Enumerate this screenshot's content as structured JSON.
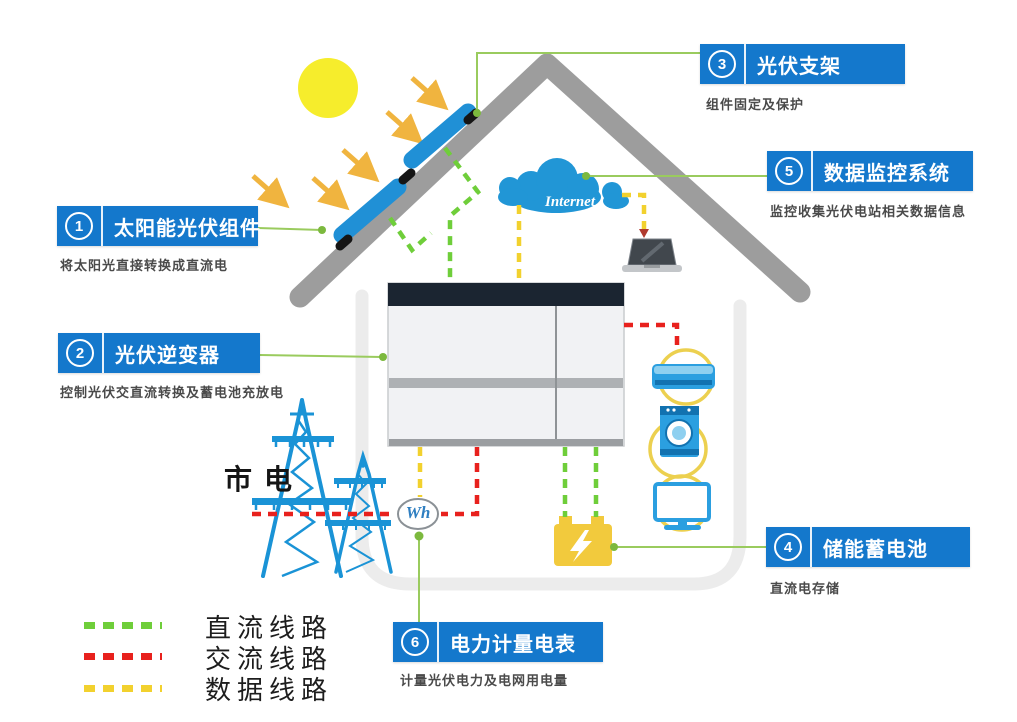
{
  "diagram": {
    "labels": {
      "module": {
        "number": "1",
        "title": "太阳能光伏组件",
        "subtitle": "将太阳光直接转换成直流电"
      },
      "inverter": {
        "number": "2",
        "title": "光伏逆变器",
        "subtitle": "控制光伏交直流转换及蓄电池充放电"
      },
      "mount": {
        "number": "3",
        "title": "光伏支架",
        "subtitle": "组件固定及保护"
      },
      "battery": {
        "number": "4",
        "title": "储能蓄电池",
        "subtitle": "直流电存储"
      },
      "monitor": {
        "number": "5",
        "title": "数据监控系统",
        "subtitle": "监控收集光伏电站相关数据信息"
      },
      "meter": {
        "number": "6",
        "title": "电力计量电表",
        "subtitle": "计量光伏电力及电网用电量"
      }
    },
    "legend": {
      "items": [
        {
          "label": "直流线路",
          "color": "#6fce3a"
        },
        {
          "label": "交流线路",
          "color": "#e8211d"
        },
        {
          "label": "数据线路",
          "color": "#f2d12e"
        }
      ]
    },
    "annotations": {
      "utility_power": "市电",
      "internet_label": "Internet",
      "meter_unit": "Wh"
    },
    "colors": {
      "label_box": "#1478cc",
      "roof": "#9d9d9d",
      "solar_panel": "#2090d6",
      "sun": "#f6ed2c",
      "battery": "#f2ca3d",
      "appliances": "#2b9fe0",
      "power_tower": "#1a93d6",
      "dc_line": "#6fce3a",
      "ac_line": "#e8211d",
      "data_line": "#f2d12e"
    }
  }
}
